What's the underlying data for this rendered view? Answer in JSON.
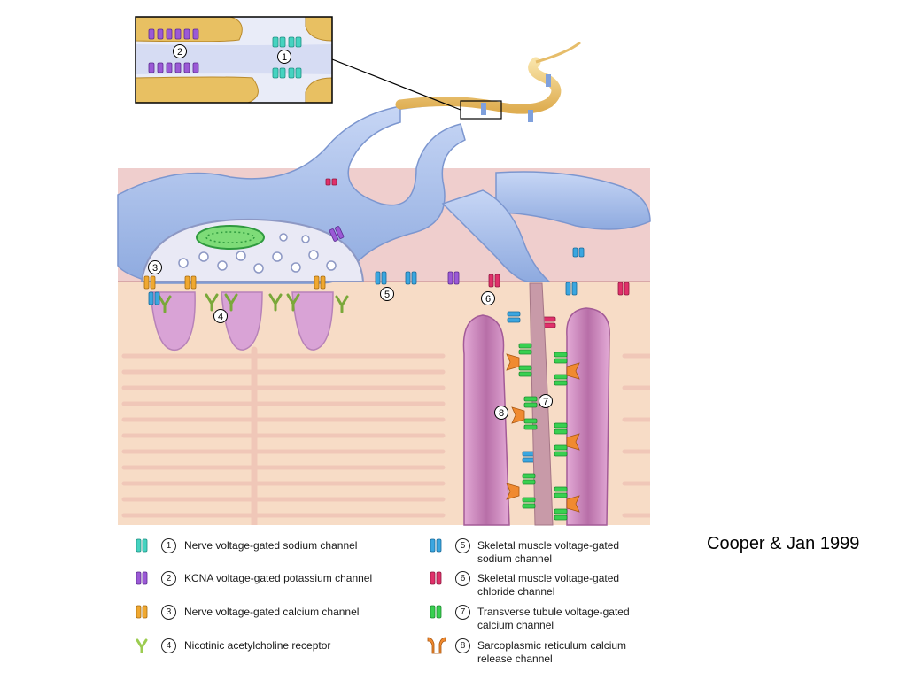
{
  "citation": "Cooper & Jan 1999",
  "colors": {
    "nerve_sodium": "#45d3c0",
    "kcna_potassium": "#9b59d6",
    "nerve_calcium": "#f0a830",
    "acetylcholine_receptor": "#9ccc50",
    "skeletal_sodium": "#3aa6e0",
    "chloride": "#e0306a",
    "ttubule_calcium": "#38d050",
    "sr_calcium_release": "#f08a30",
    "nerve": "#a8bfe8",
    "muscle": "#f7dcc6",
    "ttubule": "#d08cc0",
    "myelin": "#f2cf80"
  },
  "callouts": [
    "1",
    "2",
    "3",
    "4",
    "5",
    "6",
    "7",
    "8"
  ],
  "legend": [
    {
      "num": "1",
      "label": "Nerve voltage-gated sodium channel",
      "icon": "nerve-sodium-channel-icon"
    },
    {
      "num": "2",
      "label": "KCNA voltage-gated potassium channel",
      "icon": "kcna-potassium-channel-icon"
    },
    {
      "num": "3",
      "label": "Nerve voltage-gated calcium channel",
      "icon": "nerve-calcium-channel-icon"
    },
    {
      "num": "4",
      "label": "Nicotinic acetylcholine receptor",
      "icon": "acetylcholine-receptor-icon"
    },
    {
      "num": "5",
      "label": "Skeletal muscle voltage-gated\nsodium channel",
      "icon": "skeletal-sodium-channel-icon"
    },
    {
      "num": "6",
      "label": "Skeletal muscle voltage-gated\nchloride channel",
      "icon": "chloride-channel-icon"
    },
    {
      "num": "7",
      "label": "Transverse tubule voltage-gated\ncalcium channel",
      "icon": "ttubule-calcium-channel-icon"
    },
    {
      "num": "8",
      "label": "Sarcoplasmic reticulum calcium\nrelease channel",
      "icon": "sr-calcium-release-icon"
    }
  ]
}
